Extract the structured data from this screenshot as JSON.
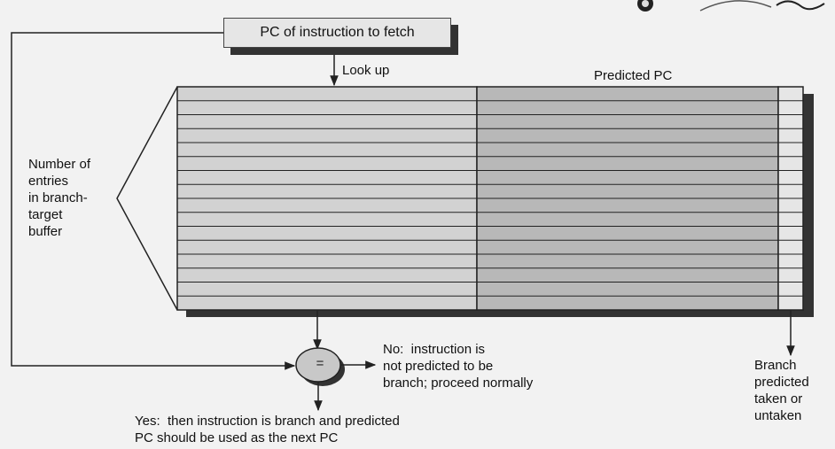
{
  "pc_box_label": "PC of instruction to fetch",
  "lookup_label": "Look up",
  "predicted_pc_label": "Predicted PC",
  "entries_label": "Number of\nentries\nin branch-\ntarget\nbuffer",
  "compare_symbol": "=",
  "no_label": "No:  instruction is\nnot predicted to be\nbranch; proceed normally",
  "yes_label": "Yes:  then instruction is branch and predicted\nPC should be used as the next PC",
  "branch_label": "Branch\npredicted\ntaken or\nuntaken",
  "buffer_rows": 16,
  "colors": {
    "left_column": "#d2d2d2",
    "mid_column": "#b8b8b8",
    "right_column": "#e6e6e6",
    "shadow": "#333333",
    "line": "#222222"
  }
}
